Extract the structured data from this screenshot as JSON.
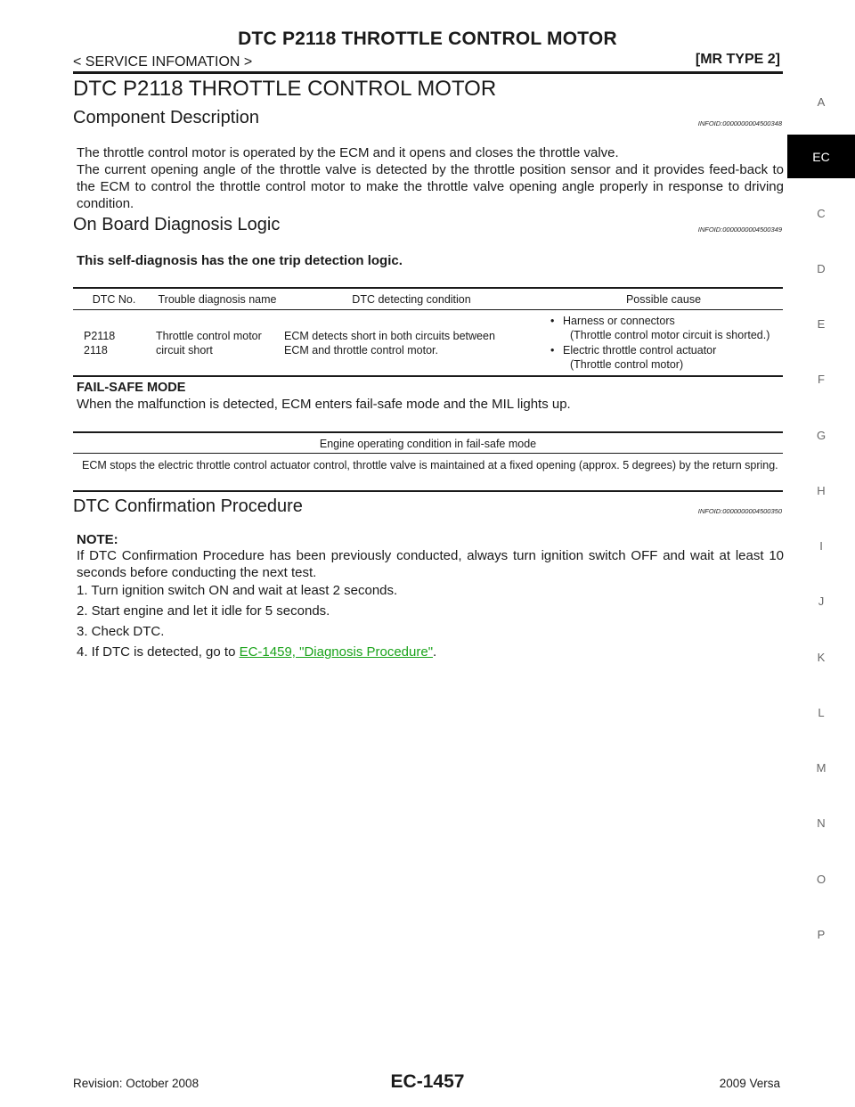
{
  "header": {
    "title": "DTC P2118 THROTTLE CONTROL MOTOR",
    "section": "< SERVICE INFOMATION >",
    "model": "[MR TYPE 2]"
  },
  "main": {
    "heading": "DTC P2118 THROTTLE CONTROL MOTOR",
    "component": {
      "title": "Component Description",
      "infoid": "INFOID:0000000004500348",
      "line1": "The throttle control motor is operated by the ECM and it opens and closes the throttle valve.",
      "line2": "The current opening angle of the throttle valve is detected by the throttle position sensor and it provides feed-back to the ECM to control the throttle control motor to make the throttle valve opening angle properly in response to driving condition."
    },
    "obd": {
      "title": "On Board Diagnosis Logic",
      "infoid": "INFOID:0000000004500349",
      "note": "This self-diagnosis has the one trip detection logic.",
      "table": {
        "headers": [
          "DTC No.",
          "Trouble diagnosis name",
          "DTC detecting condition",
          "Possible cause"
        ],
        "dtc_1": "P2118",
        "dtc_2": "2118",
        "name_1": "Throttle control motor",
        "name_2": "circuit short",
        "cond_1": "ECM detects short in both circuits between",
        "cond_2": "ECM and throttle control motor.",
        "cause_1": "Harness or connectors",
        "cause_1b": "(Throttle control motor circuit is shorted.)",
        "cause_2": "Electric throttle control actuator",
        "cause_2b": "(Throttle control motor)"
      }
    },
    "failsafe": {
      "title": "FAIL-SAFE MODE",
      "text": "When the malfunction is detected, ECM enters fail-safe mode and the MIL lights up.",
      "table_header": "Engine operating condition in fail-safe mode",
      "table_row": "ECM stops the electric throttle control actuator control, throttle valve is maintained at a fixed opening (approx. 5 degrees) by the return spring."
    },
    "confirmation": {
      "title": "DTC Confirmation Procedure",
      "infoid": "INFOID:0000000004500350",
      "note_label": "NOTE:",
      "note_text": "If DTC Confirmation Procedure has been previously conducted, always turn ignition switch OFF and wait at least 10 seconds before conducting the next test.",
      "steps": [
        "1. Turn ignition switch ON and wait at least 2 seconds.",
        "2. Start engine and let it idle for 5 seconds.",
        "3. Check DTC."
      ],
      "step4_prefix": "4. If DTC is detected, go to ",
      "step4_link": "EC-1459, \"Diagnosis Procedure\"",
      "step4_suffix": "."
    }
  },
  "sidebar": {
    "letters": [
      "A",
      "C",
      "D",
      "E",
      "F",
      "G",
      "H",
      "I",
      "J",
      "K",
      "L",
      "M",
      "N",
      "O",
      "P"
    ],
    "active": "EC"
  },
  "footer": {
    "revision": "Revision: October 2008",
    "page": "EC-1457",
    "vehicle": "2009 Versa"
  }
}
